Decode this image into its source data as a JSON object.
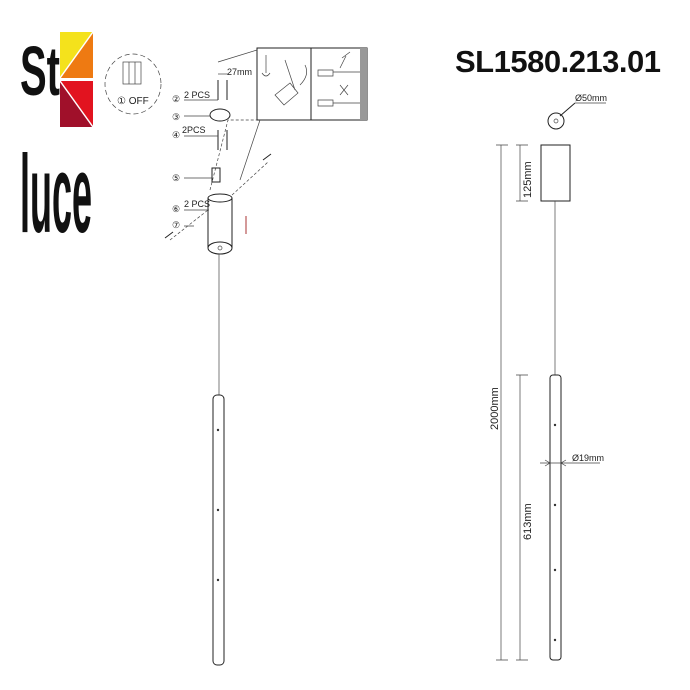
{
  "brand": {
    "logo_text": "St luce",
    "colors": {
      "yellow": "#f4e21c",
      "orange": "#ee7a12",
      "red": "#e2131f",
      "dark_red": "#a0102a"
    }
  },
  "title": "SL1580.213.01",
  "installation": {
    "step1_label": "① OFF",
    "callouts": [
      {
        "num": "②",
        "text": "2 PCS"
      },
      {
        "num": "③",
        "text": ""
      },
      {
        "num": "④",
        "text": "2PCS"
      },
      {
        "num": "⑤",
        "text": ""
      },
      {
        "num": "⑥",
        "text": "2 PCS"
      },
      {
        "num": "⑦",
        "text": ""
      }
    ],
    "spacing_label": "27mm"
  },
  "dimensions": {
    "canopy_diameter": "Ø50mm",
    "canopy_height": "125mm",
    "total_height": "2000mm",
    "tube_length": "613mm",
    "tube_diameter": "Ø19mm"
  }
}
